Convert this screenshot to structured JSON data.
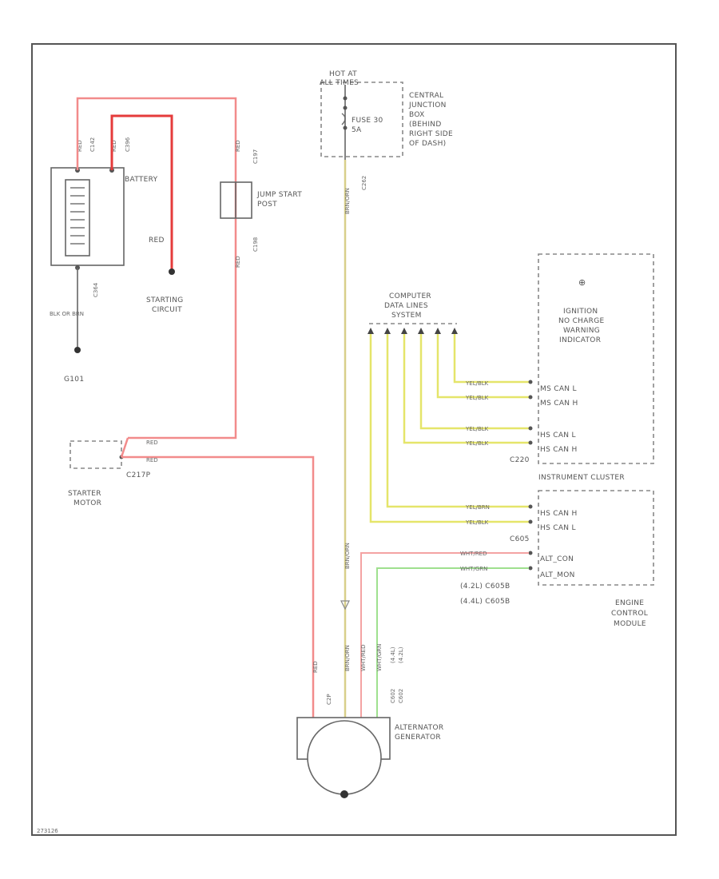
{
  "battery": {
    "label": "BATTERY",
    "conn_top_1": "C142",
    "conn_top_2": "C396",
    "conn_bottom": "C364",
    "ground_wire": "BLK OR BRN",
    "ground_point": "G101"
  },
  "starting": {
    "wire_color": "RED",
    "label_1": "STARTING",
    "label_2": "CIRCUIT"
  },
  "jump_start": {
    "label_1": "JUMP START",
    "label_2": "POST",
    "conn_top": "C197",
    "conn_bottom": "C198"
  },
  "hot_at": {
    "line_1": "HOT AT",
    "line_2": "ALL TIMES"
  },
  "fuse": {
    "label": "FUSE 30",
    "rating": "5A"
  },
  "cjb": {
    "line_1": "CENTRAL",
    "line_2": "JUNCTION",
    "line_3": "BOX",
    "line_4": "(BEHIND",
    "line_5": "RIGHT SIDE",
    "line_6": "OF DASH)",
    "conn": "C262"
  },
  "computer_lines": {
    "line_1": "COMPUTER",
    "line_2": "DATA LINES",
    "line_3": "SYSTEM"
  },
  "starter": {
    "label_1": "STARTER",
    "label_2": "MOTOR",
    "conn": "C217P",
    "wire_1": "RED",
    "wire_2": "RED"
  },
  "cluster": {
    "indicator_1": "IGNITION",
    "indicator_2": "NO CHARGE",
    "indicator_3": "WARNING",
    "indicator_4": "INDICATOR",
    "pins": [
      "MS CAN L",
      "MS CAN H",
      "HS CAN L",
      "HS CAN H"
    ],
    "wires": [
      "YEL/BLK",
      "YEL/BLK",
      "YEL/BLK",
      "YEL/BLK"
    ],
    "conn": "C220",
    "title": "INSTRUMENT CLUSTER"
  },
  "ecm": {
    "pins": [
      "HS CAN H",
      "HS CAN L",
      "ALT_CON",
      "ALT_MON"
    ],
    "wires": [
      "YEL/BRN",
      "YEL/BLK",
      "WHT/RED",
      "WHT/GRN"
    ],
    "conn": "C605",
    "conn_note_1": "(4.2L)  C605B",
    "conn_note_2": "(4.4L)  C605B",
    "title_1": "ENGINE",
    "title_2": "CONTROL",
    "title_3": "MODULE"
  },
  "alternator": {
    "label_1": "ALTERNATOR",
    "label_2": "GENERATOR",
    "wire_red": "RED",
    "conn_1": "C2P",
    "wire_2": "BRN/ORN",
    "wire_3": "WHT/RED",
    "wire_4": "WHT/GRN",
    "plug_1": "C602",
    "plug_2": "C602",
    "engine_1": "(4.4L)",
    "engine_2": "(4.2L)"
  },
  "wire_labels": {
    "cjb_out": "BRN/ORN",
    "alt_in": "BRN/ORN",
    "jump_wire_1": "RED",
    "jump_wire_2": "RED",
    "batt_red_1": "RED",
    "batt_red_2": "RED"
  },
  "footer": {
    "code": "273126"
  },
  "colors": {
    "red": "#f28b8b",
    "yellow": "#e5e56a",
    "green": "#9fe08f",
    "frame": "#555555"
  }
}
